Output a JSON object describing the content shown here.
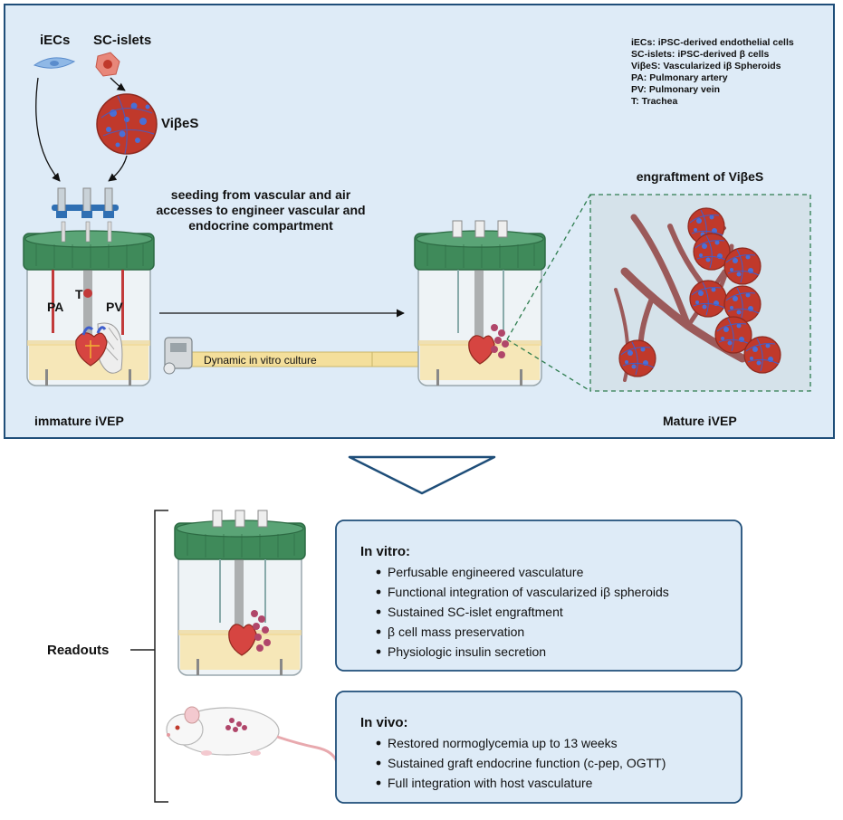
{
  "top_panel": {
    "cells": {
      "iecs": "iECs",
      "sc_islets": "SC-islets",
      "vibes": "ViβeS"
    },
    "seeding_text": [
      "seeding from vascular and air",
      "accesses to engineer vascular and",
      "endocrine compartment"
    ],
    "vessel_labels": {
      "pa": "PA",
      "t": "T",
      "pv": "PV"
    },
    "culture_label": "Dynamic in vitro culture",
    "engraftment_title": "engraftment of ViβeS",
    "immature_label": "immature iVEP",
    "mature_label": "Mature iVEP",
    "legend": [
      "iECs: iPSC-derived endothelial cells",
      "SC-islets: iPSC-derived β cells",
      "ViβeS: Vascularized iβ Spheroids",
      "PA: Pulmonary artery",
      "PV: Pulmonary  vein",
      "T: Trachea"
    ]
  },
  "readouts": {
    "label": "Readouts",
    "in_vitro": {
      "title": "In vitro:",
      "items": [
        "Perfusable engineered vasculature",
        "Functional integration of vascularized iβ spheroids",
        "Sustained SC-islet engraftment",
        "β cell mass preservation",
        "Physiologic insulin secretion"
      ]
    },
    "in_vivo": {
      "title": "In vivo:",
      "items": [
        "Restored normoglycemia up to 13 weeks",
        "Sustained graft endocrine function (c-pep, OGTT)",
        "Full integration with host vasculature"
      ]
    }
  },
  "colors": {
    "panel_fill": "#deebf7",
    "panel_border": "#1f4e79",
    "jar_lid": "#3f8a5a",
    "medium": "#f6e7b8",
    "cell_red": "#c0392b",
    "vessel_brown": "#8b4a4a"
  },
  "icons": [
    "endothelial-cell-icon",
    "islet-cell-icon",
    "spheroid-icon",
    "bioreactor-jar-icon",
    "perfusion-pump-icon",
    "heart-lung-icon",
    "mouse-icon"
  ]
}
